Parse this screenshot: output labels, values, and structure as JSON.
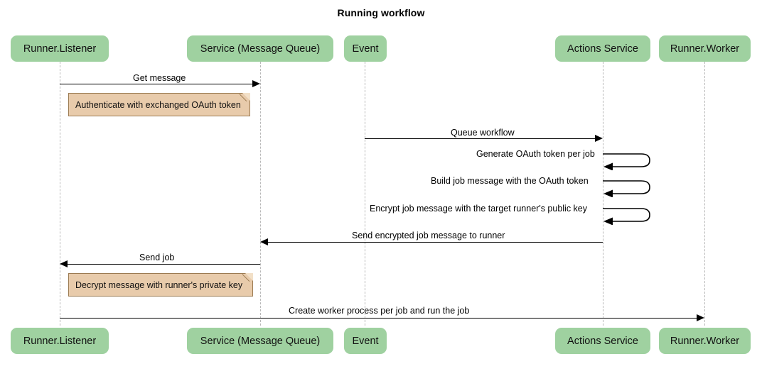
{
  "title": "Running workflow",
  "colors": {
    "participant_fill": "#9fd1a0",
    "note_fill": "#e8cbab",
    "note_border": "#9b7b52",
    "line": "#000000",
    "lifeline": "#b8b8b8",
    "background": "#ffffff"
  },
  "participants": [
    {
      "id": "runner-listener",
      "label": "Runner.Listener"
    },
    {
      "id": "service-message-queue",
      "label": "Service (Message Queue)"
    },
    {
      "id": "event",
      "label": "Event"
    },
    {
      "id": "actions-service",
      "label": "Actions Service"
    },
    {
      "id": "runner-worker",
      "label": "Runner.Worker"
    }
  ],
  "messages": [
    {
      "id": "get-message",
      "label": "Get message",
      "from": "runner-listener",
      "to": "service-message-queue",
      "direction": "right"
    },
    {
      "id": "queue-workflow",
      "label": "Queue workflow",
      "from": "event",
      "to": "actions-service",
      "direction": "right"
    },
    {
      "id": "generate-oauth-token",
      "label": "Generate OAuth token per job",
      "from": "actions-service",
      "to": "actions-service",
      "direction": "self"
    },
    {
      "id": "build-job-message",
      "label": "Build job message with the OAuth token",
      "from": "actions-service",
      "to": "actions-service",
      "direction": "self"
    },
    {
      "id": "encrypt-job-message",
      "label": "Encrypt job message with the target runner's public key",
      "from": "actions-service",
      "to": "actions-service",
      "direction": "self"
    },
    {
      "id": "send-encrypted-job-message",
      "label": "Send encrypted job message to runner",
      "from": "actions-service",
      "to": "service-message-queue",
      "direction": "left"
    },
    {
      "id": "send-job",
      "label": "Send job",
      "from": "service-message-queue",
      "to": "runner-listener",
      "direction": "left"
    },
    {
      "id": "create-worker-process",
      "label": "Create worker process per job and run the job",
      "from": "runner-listener",
      "to": "runner-worker",
      "direction": "right"
    }
  ],
  "notes": [
    {
      "id": "authenticate-note",
      "label": "Authenticate with exchanged OAuth token"
    },
    {
      "id": "decrypt-note",
      "label": "Decrypt message with runner's private key"
    }
  ]
}
